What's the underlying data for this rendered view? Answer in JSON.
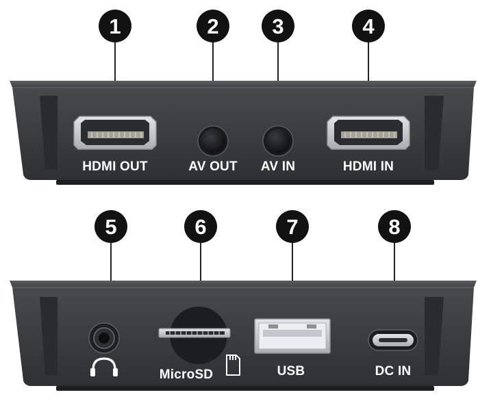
{
  "top_panel": {
    "callouts": [
      {
        "number": "1",
        "label": "HDMI OUT"
      },
      {
        "number": "2",
        "label": "AV OUT"
      },
      {
        "number": "3",
        "label": "AV IN"
      },
      {
        "number": "4",
        "label": "HDMI IN"
      }
    ]
  },
  "bottom_panel": {
    "callouts": [
      {
        "number": "5",
        "label": "",
        "icon": "headphone-icon"
      },
      {
        "number": "6",
        "label": "MicroSD",
        "icon": "microsd-card-icon"
      },
      {
        "number": "7",
        "label": "USB"
      },
      {
        "number": "8",
        "label": "DC IN"
      }
    ]
  },
  "colors": {
    "housing": "#3d3f42",
    "housing_top": "#4a4c4f",
    "housing_dark": "#232427",
    "badge": "#121212",
    "port_metal": "#c9ccd0",
    "label": "#ffffff"
  }
}
